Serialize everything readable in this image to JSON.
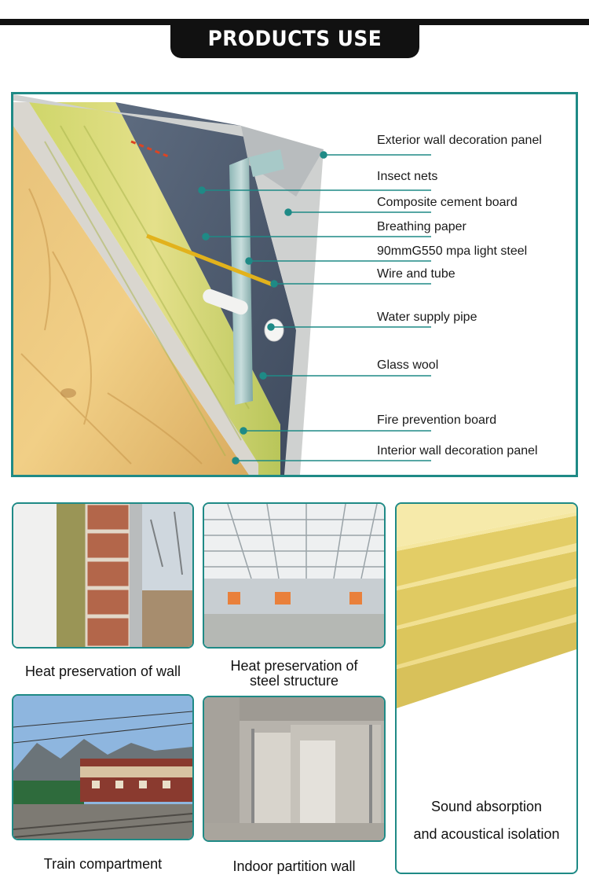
{
  "header": {
    "title": "PRODUCTS USE"
  },
  "diagram": {
    "labels": [
      "Exterior wall decoration panel",
      "Insect nets",
      "Composite cement board",
      "Breathing paper",
      "90mmG550 mpa light steel",
      "Wire and tube",
      "Water supply pipe",
      "Glass wool",
      "Fire prevention board",
      "Interior wall decoration panel"
    ]
  },
  "uses": [
    {
      "caption": "Heat preservation of wall"
    },
    {
      "caption_line1": "Heat preservation of",
      "caption_line2": "steel structure"
    },
    {
      "caption": "Train compartment"
    },
    {
      "caption": "Indoor partition wall"
    },
    {
      "caption_line1": "Sound absorption",
      "caption_line2": "and acoustical isolation"
    }
  ],
  "colors": {
    "accent": "#1f8a86",
    "header_bg": "#111111"
  }
}
